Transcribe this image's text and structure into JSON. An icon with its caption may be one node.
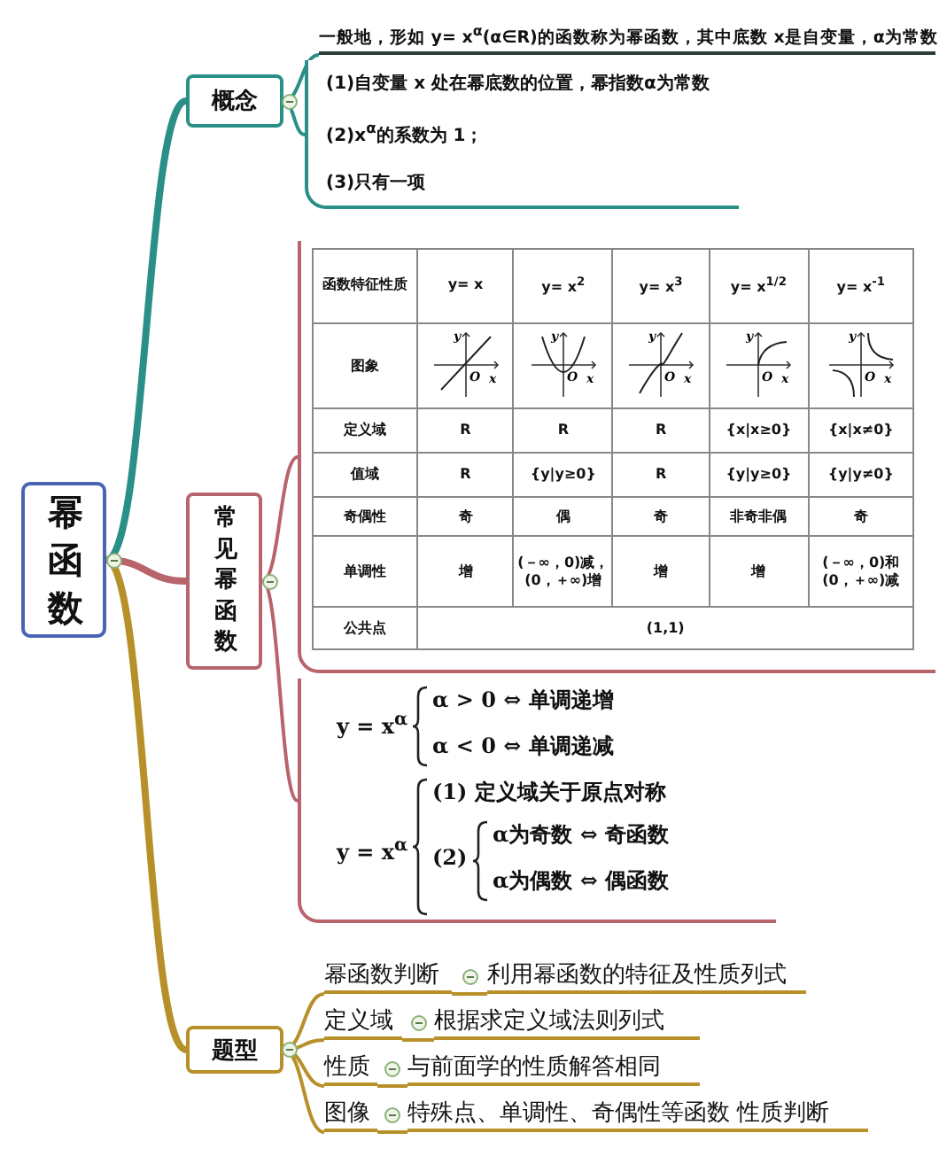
{
  "diagram": {
    "nodes": [
      {
        "text": [
          "幂函数"
        ]
      },
      {
        "text": [
          "概念"
        ]
      },
      {
        "text": [
          "一般地，形如 y= x$^{α}$(α∈R)的函数称为幂函数，其中底数 x是自变量，α为常数"
        ]
      },
      {
        "text": [
          "(1)自变量 x 处在幂底数的位置，幂指数α为常数",
          "(2)x$^{α}$的系数为 1；",
          "(3)只有一项"
        ]
      },
      {
        "text": [
          "常见幂函数"
        ]
      },
      {
        "text": [],
        "shape": "picture"
      },
      {
        "text": [],
        "shape": "picture"
      },
      {
        "text": [
          "题型"
        ]
      },
      {
        "text": [
          "幂函数判断"
        ]
      },
      {
        "text": [
          "利用幂函数的特征及性质列式"
        ]
      },
      {
        "text": [
          "定义域"
        ]
      },
      {
        "text": [
          "根据求定义域法则列式"
        ]
      },
      {
        "text": [
          "性质"
        ]
      },
      {
        "text": [
          "与前面学的性质解答相同"
        ]
      },
      {
        "text": [
          "图像"
        ]
      },
      {
        "text": [
          "特殊点、单调性、奇偶性等函数 性质判断"
        ]
      }
    ],
    "edges": [
      {
        "from": 0,
        "to": 1,
        "arrow": "none",
        "style": "thick",
        "color": "#2a8f86"
      },
      {
        "from": 1,
        "to": 2,
        "arrow": "none",
        "color": "#2a8f86"
      },
      {
        "from": 1,
        "to": 3,
        "arrow": "none",
        "color": "#2a8f86"
      },
      {
        "from": 0,
        "to": 4,
        "arrow": "none",
        "style": "thick",
        "color": "#b8646c"
      },
      {
        "from": 4,
        "to": 5,
        "arrow": "none",
        "color": "#b8646c"
      },
      {
        "from": 4,
        "to": 6,
        "arrow": "none",
        "color": "#b8646c"
      },
      {
        "from": 0,
        "to": 7,
        "arrow": "none",
        "style": "thick",
        "color": "#b8902a"
      },
      {
        "from": 7,
        "to": 8,
        "arrow": "none",
        "color": "#b8902a"
      },
      {
        "from": 8,
        "to": 9,
        "arrow": "none",
        "color": "#b8902a"
      },
      {
        "from": 7,
        "to": 10,
        "arrow": "none",
        "color": "#b8902a"
      },
      {
        "from": 10,
        "to": 11,
        "arrow": "none",
        "color": "#b8902a"
      },
      {
        "from": 7,
        "to": 12,
        "arrow": "none",
        "color": "#b8902a"
      },
      {
        "from": 12,
        "to": 13,
        "arrow": "none",
        "color": "#b8902a"
      },
      {
        "from": 7,
        "to": 14,
        "arrow": "none",
        "color": "#b8902a"
      },
      {
        "from": 14,
        "to": 15,
        "arrow": "none",
        "color": "#b8902a"
      }
    ],
    "labels": [
      "函数特征性质",
      "y= x",
      "y= x$^{2}$",
      "y= x$^{3}$",
      "y= x$^{1/2}$",
      "y= x$^{-1}$",
      "图象",
      "y",
      "O",
      "x",
      "y",
      "O",
      "x",
      "y",
      "O",
      "x",
      "y",
      "O",
      "x",
      "y",
      "O",
      "x",
      "定义域",
      "R",
      "R",
      "R",
      "{x|x≥0}",
      "{x|x≠0}",
      "值域",
      "R",
      "{y|y≥0}",
      "R",
      "{y|y≥0}",
      "{y|y≠0}",
      "奇偶性",
      "奇",
      "偶",
      "奇",
      "非奇非偶",
      "奇",
      "单调性",
      "增",
      "(－∞，0)减，(0，＋∞)增",
      "增",
      "增",
      "(－∞，0)和(0，＋∞)减",
      "公共点",
      "(1,1)",
      "y = x$^{α}$",
      "α > 0 ⇔ 单调递增",
      "α < 0 ⇔ 单调递减",
      "y = x$^{α}$",
      "(1) 定义域关于原点对称",
      "(2)",
      "α为奇数 ⇔ 奇函数",
      "α为偶数 ⇔ 偶函数"
    ]
  }
}
